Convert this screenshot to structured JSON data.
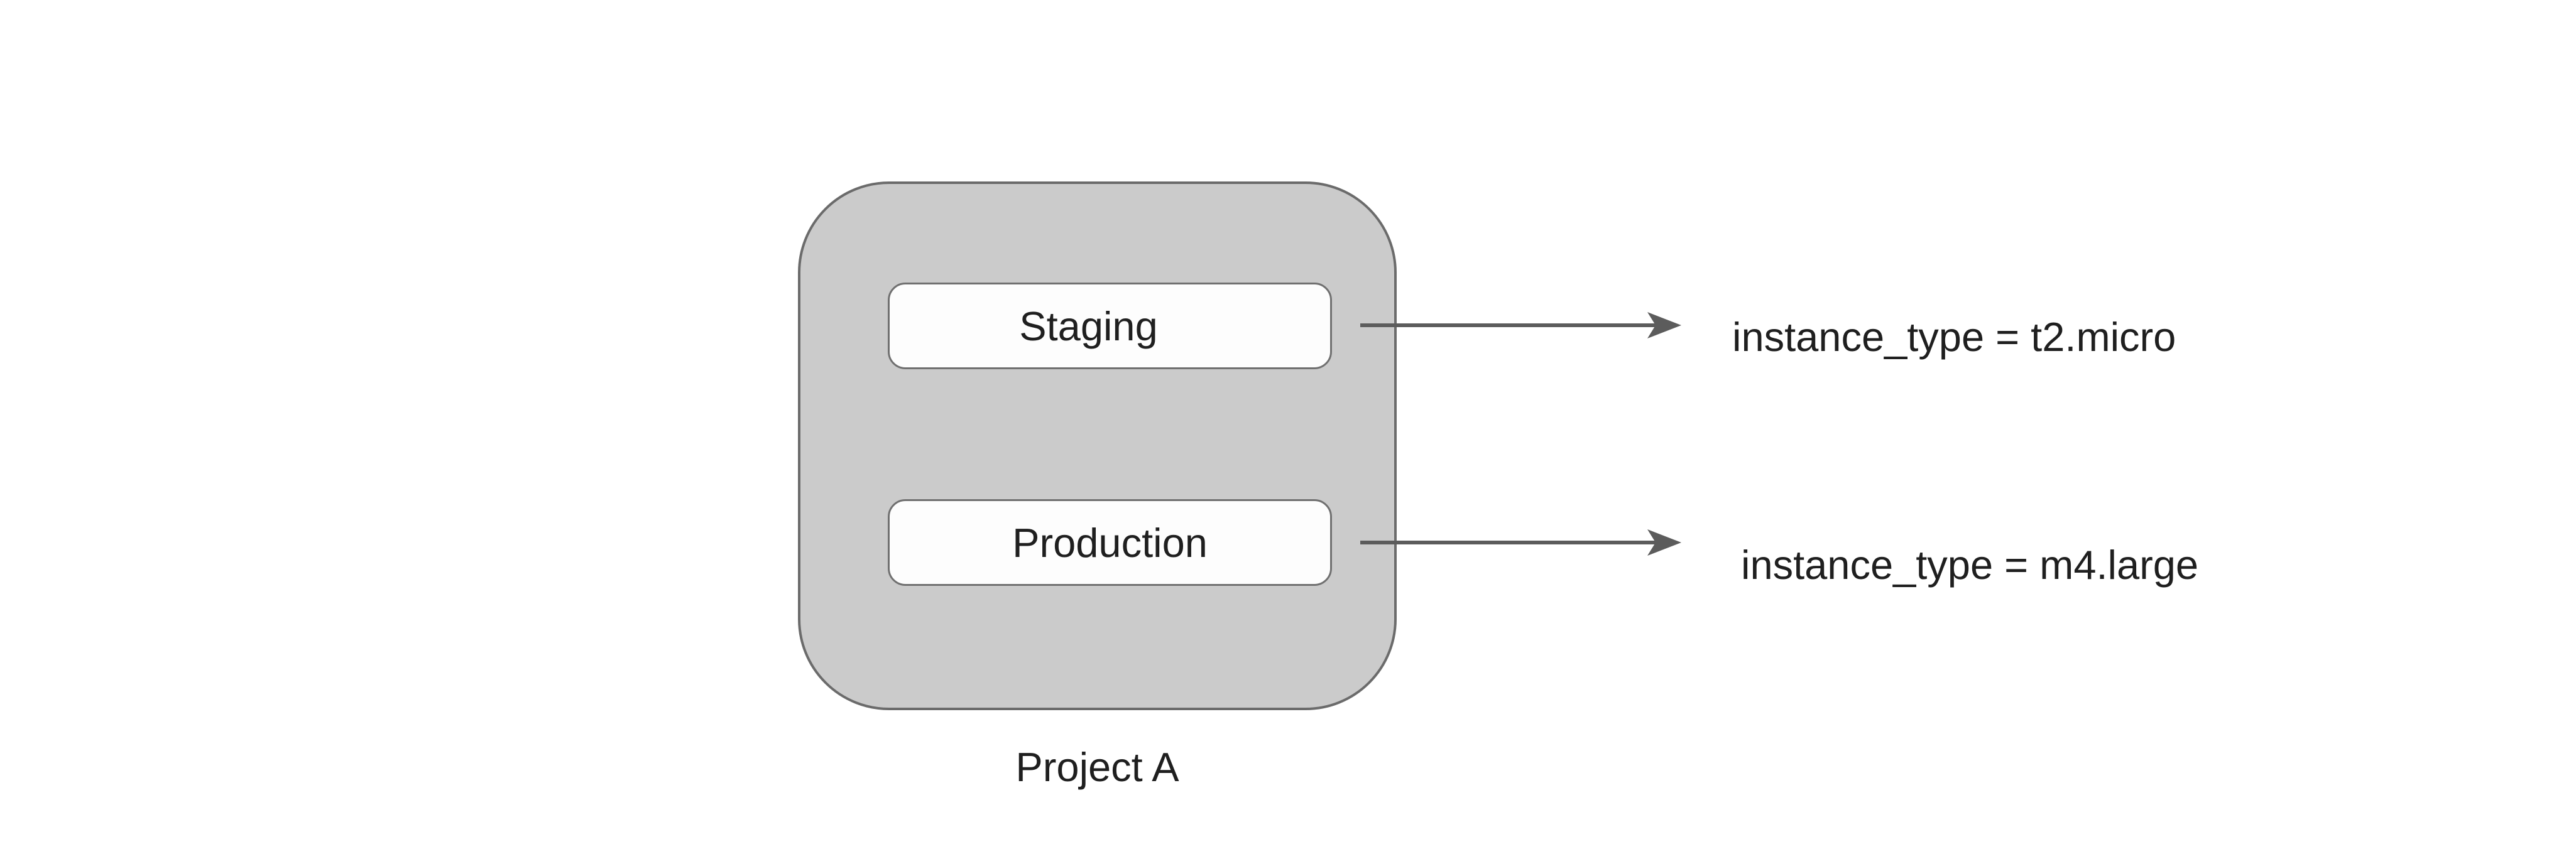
{
  "project": {
    "label": "Project A"
  },
  "environments": [
    {
      "name": "Staging",
      "annotation": "instance_type = t2.micro"
    },
    {
      "name": "Production",
      "annotation": "instance_type = m4.large"
    }
  ],
  "colors": {
    "background": "#ffffff",
    "container_fill": "#cbcbcb",
    "container_border": "#6b6b6b",
    "box_fill": "#fdfdfd",
    "box_border": "#707070",
    "arrow": "#5c5c5c",
    "text": "#1f1f1f"
  }
}
